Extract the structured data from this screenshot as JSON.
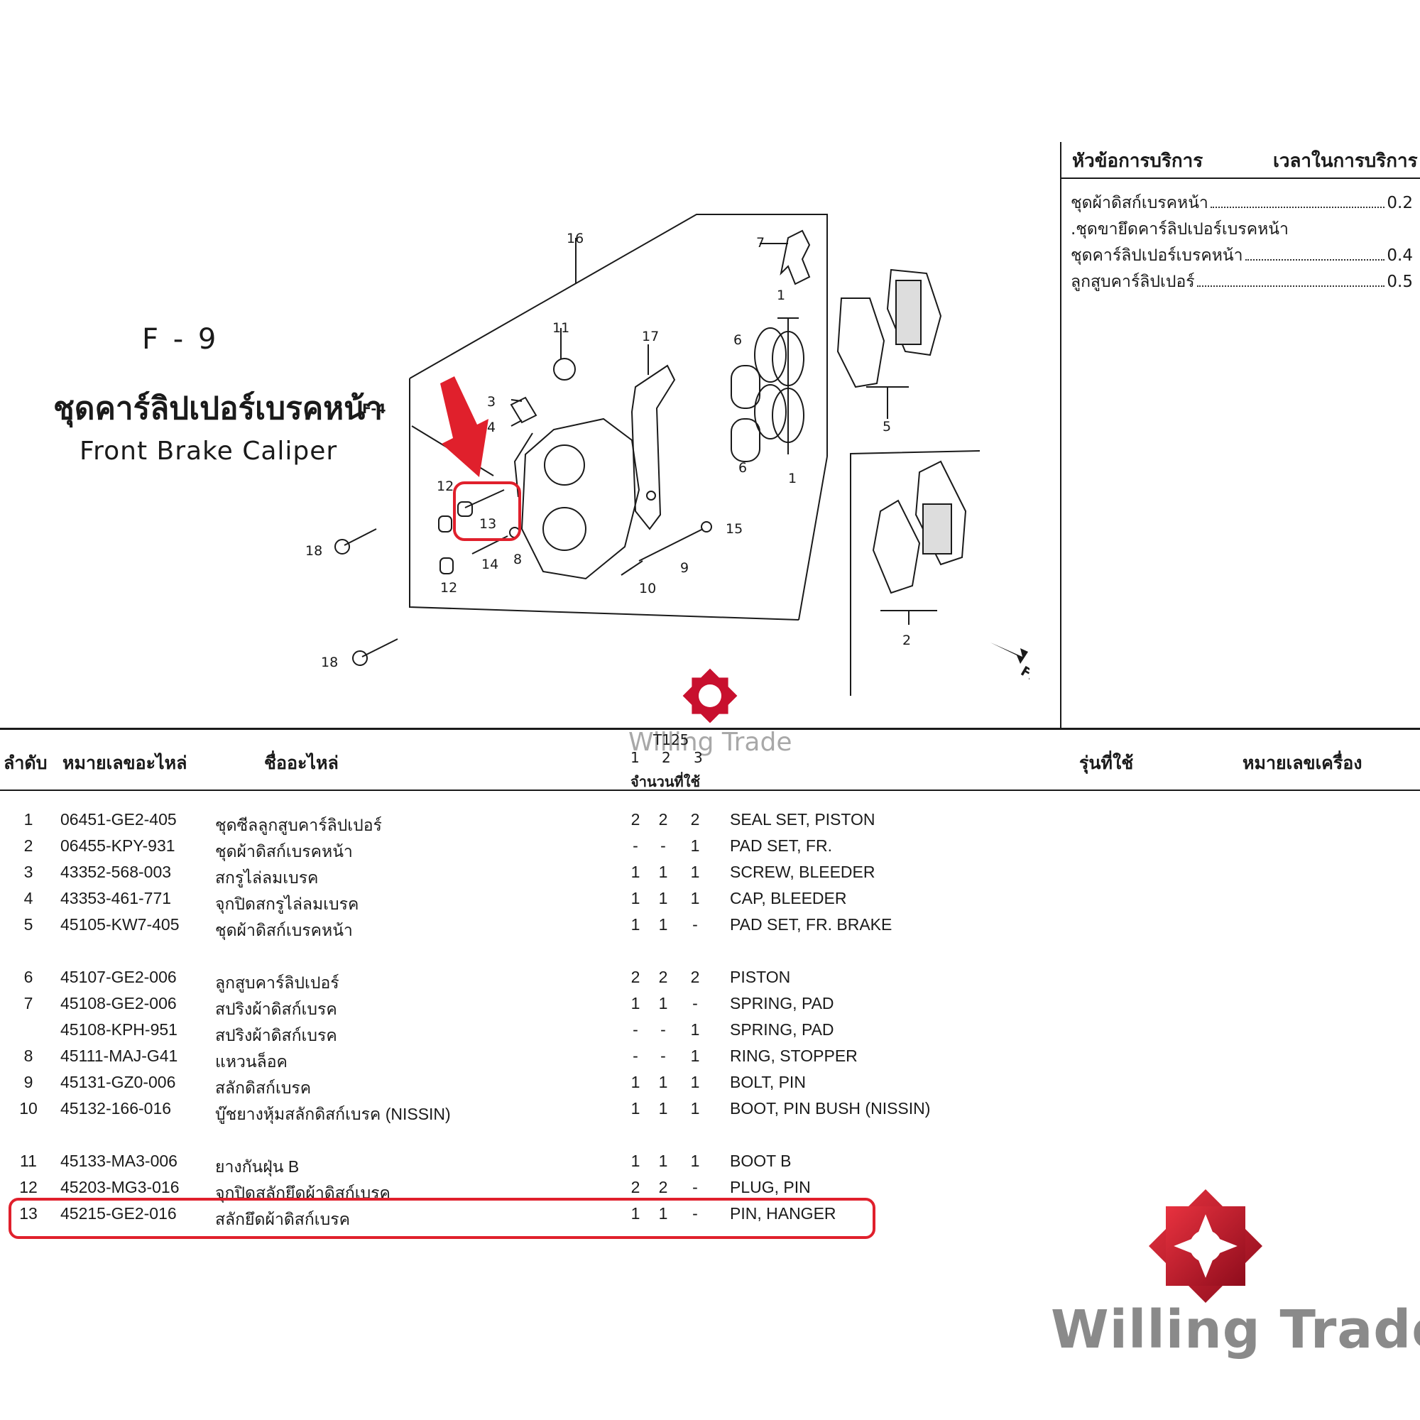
{
  "header": {
    "figure_code": "F - 9",
    "title_th": "ชุดคาร์ลิปเปอร์เบรคหน้า",
    "title_en": "Front Brake Caliper"
  },
  "service": {
    "col_topic": "หัวข้อการบริการ",
    "col_time": "เวลาในการบริการ",
    "items": [
      {
        "label": "ชุดผ้าดิสก์เบรคหน้า",
        "time": "0.2"
      },
      {
        "label": ".ชุดขายึดคาร์ลิปเปอร์เบรคหน้า",
        "time": ""
      },
      {
        "label": "ชุดคาร์ลิปเปอร์เบรคหน้า",
        "time": "0.4"
      },
      {
        "label": "ลูกสูบคาร์ลิปเปอร์",
        "time": "0.5"
      }
    ]
  },
  "diagram": {
    "ref_label": "F-4",
    "callouts": [
      "1",
      "1",
      "2",
      "3",
      "4",
      "5",
      "6",
      "6",
      "7",
      "8",
      "9",
      "10",
      "11",
      "12",
      "12",
      "13",
      "14",
      "15",
      "16",
      "17",
      "18",
      "18"
    ],
    "direction_label": "FR."
  },
  "table": {
    "col_no": "ลำดับ",
    "col_part_no": "หมายเลขอะไหล่",
    "col_name": "ชื่ออะไหล่",
    "col_qty_top": "T125",
    "col_qty_nums": [
      "1",
      "2",
      "3"
    ],
    "col_qty": "จำนวนที่ใช้",
    "col_model": "รุ่นที่ใช้",
    "col_engine": "หมายเลขเครื่อง",
    "rows": [
      {
        "no": "1",
        "part_no": "06451-GE2-405",
        "name_th": "ชุดซีลลูกสูบคาร์ลิปเปอร์",
        "q1": "2",
        "q2": "2",
        "q3": "2",
        "name_en": "SEAL SET, PISTON"
      },
      {
        "no": "2",
        "part_no": "06455-KPY-931",
        "name_th": "ชุดผ้าดิสก์เบรคหน้า",
        "q1": "-",
        "q2": "-",
        "q3": "1",
        "name_en": "PAD SET, FR."
      },
      {
        "no": "3",
        "part_no": "43352-568-003",
        "name_th": "สกรูไล่ลมเบรค",
        "q1": "1",
        "q2": "1",
        "q3": "1",
        "name_en": "SCREW, BLEEDER"
      },
      {
        "no": "4",
        "part_no": "43353-461-771",
        "name_th": "จุกปิดสกรูไล่ลมเบรค",
        "q1": "1",
        "q2": "1",
        "q3": "1",
        "name_en": "CAP, BLEEDER"
      },
      {
        "no": "5",
        "part_no": "45105-KW7-405",
        "name_th": "ชุดผ้าดิสก์เบรคหน้า",
        "q1": "1",
        "q2": "1",
        "q3": "-",
        "name_en": "PAD SET, FR. BRAKE"
      },
      {
        "no": "6",
        "part_no": "45107-GE2-006",
        "name_th": "ลูกสูบคาร์ลิปเปอร์",
        "q1": "2",
        "q2": "2",
        "q3": "2",
        "name_en": "PISTON"
      },
      {
        "no": "7",
        "part_no": "45108-GE2-006",
        "name_th": "สปริงผ้าดิสก์เบรค",
        "q1": "1",
        "q2": "1",
        "q3": "-",
        "name_en": "SPRING, PAD"
      },
      {
        "no": "",
        "part_no": "45108-KPH-951",
        "name_th": "สปริงผ้าดิสก์เบรค",
        "q1": "-",
        "q2": "-",
        "q3": "1",
        "name_en": "SPRING, PAD"
      },
      {
        "no": "8",
        "part_no": "45111-MAJ-G41",
        "name_th": "แหวนล็อค",
        "q1": "-",
        "q2": "-",
        "q3": "1",
        "name_en": "RING, STOPPER"
      },
      {
        "no": "9",
        "part_no": "45131-GZ0-006",
        "name_th": "สลักดิสก์เบรค",
        "q1": "1",
        "q2": "1",
        "q3": "1",
        "name_en": "BOLT, PIN"
      },
      {
        "no": "10",
        "part_no": "45132-166-016",
        "name_th": "บู๊ชยางหุ้มสลักดิสก์เบรค (NISSIN)",
        "q1": "1",
        "q2": "1",
        "q3": "1",
        "name_en": "BOOT, PIN BUSH (NISSIN)"
      },
      {
        "no": "11",
        "part_no": "45133-MA3-006",
        "name_th": "ยางกันฝุ่น B",
        "q1": "1",
        "q2": "1",
        "q3": "1",
        "name_en": "BOOT B"
      },
      {
        "no": "12",
        "part_no": "45203-MG3-016",
        "name_th": "จุกปิดสลักยึดผ้าดิสก์เบรค",
        "q1": "2",
        "q2": "2",
        "q3": "-",
        "name_en": "PLUG, PIN"
      },
      {
        "no": "13",
        "part_no": "45215-GE2-016",
        "name_th": "สลักยึดผ้าดิสก์เบรค",
        "q1": "1",
        "q2": "1",
        "q3": "-",
        "name_en": "PIN, HANGER"
      }
    ]
  },
  "brand": {
    "name": "Willing Trade",
    "color": "#c8102e",
    "highlight_color": "#e0202c"
  }
}
